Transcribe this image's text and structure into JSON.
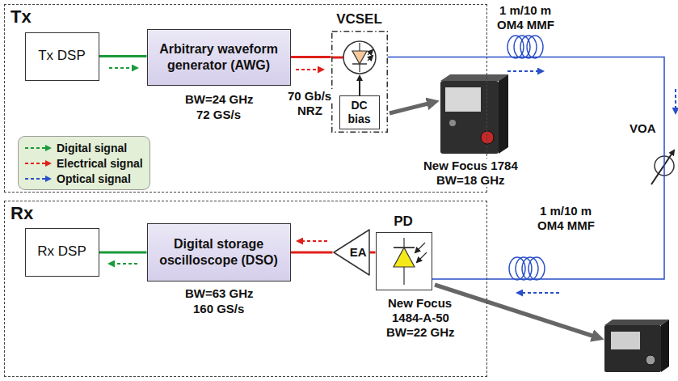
{
  "diagram": {
    "nodes": [
      {
        "text": [
          "Tx"
        ]
      },
      {
        "text": [
          "Tx DSP"
        ],
        "in": 0
      },
      {
        "text": [
          "Arbitrary waveform generator (AWG)"
        ],
        "in": 0
      },
      {
        "text": [
          "VCSEL"
        ],
        "in": 0
      },
      {
        "text": [
          "DC bias"
        ],
        "in": 3
      },
      {
        "text": [
          "Rx"
        ]
      },
      {
        "text": [
          "Rx DSP"
        ],
        "in": 5
      },
      {
        "text": [
          "Digital storage oscilloscope (DSO)"
        ],
        "in": 5
      },
      {
        "text": [
          "EA"
        ],
        "in": 5
      },
      {
        "text": [
          "PD"
        ],
        "in": 5
      }
    ],
    "edges": [
      {
        "from": 1,
        "to": 2,
        "arrow": "none"
      },
      {
        "from": 2,
        "to": 3,
        "arrow": "none"
      },
      {
        "from": 3,
        "to": 9,
        "arrow": "none"
      },
      {
        "from": 7,
        "to": 6,
        "arrow": "none"
      },
      {
        "from": 8,
        "to": 7,
        "arrow": "none"
      },
      {
        "from": 9,
        "to": 8,
        "arrow": "none"
      }
    ],
    "labels": [
      "BW=24 GHz",
      "72 GS/s",
      "70 Gb/s",
      "NRZ",
      "1 m/10 m",
      "OM4 MMF",
      "New Focus 1784",
      "BW=18 GHz",
      "VOA",
      "1 m/10 m",
      "OM4 MMF",
      "BW=63 GHz",
      "160 GS/s",
      "New Focus",
      "1484-A-50",
      "BW=22 GHz"
    ],
    "legend": [
      {
        "text": "Digital signal"
      },
      {
        "text": "Electrical signal"
      },
      {
        "text": "Optical signal"
      }
    ]
  }
}
